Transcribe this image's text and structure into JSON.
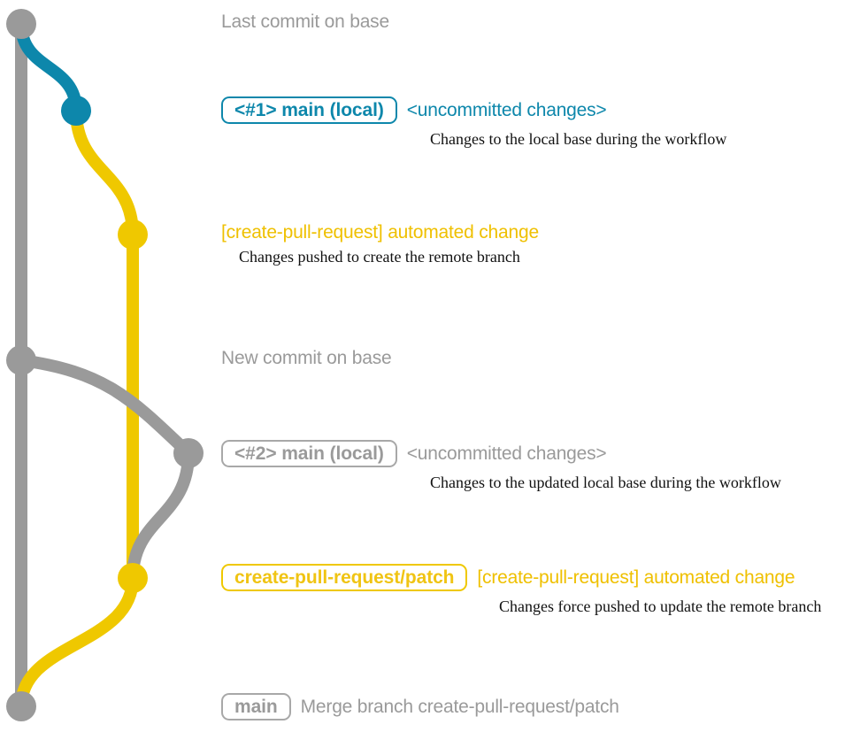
{
  "diagram": {
    "title": "git branch graph of create-pull-request workflow",
    "colors": {
      "base": "#9a9a9a",
      "local": "#0d87ab",
      "patch": "#efc800",
      "note_text": "#111111",
      "background": "#ffffff"
    },
    "lane_count": 3
  },
  "rows": [
    {
      "id": "last-commit-on-base",
      "pill": null,
      "pill_color": null,
      "subject": "Last commit on base",
      "subject_color": "gray",
      "note": null,
      "node_color": "base"
    },
    {
      "id": "local-1",
      "pill": "<#1> main (local)",
      "pill_color": "blue",
      "subject": "<uncommitted changes>",
      "subject_color": "blue",
      "note": "Changes to the local base during the workflow",
      "node_color": "local"
    },
    {
      "id": "automated-change-1",
      "pill": null,
      "pill_color": null,
      "subject": "[create-pull-request] automated change",
      "subject_color": "yellow",
      "note": "Changes pushed to create the remote branch",
      "node_color": "patch"
    },
    {
      "id": "new-commit-on-base",
      "pill": null,
      "pill_color": null,
      "subject": "New commit on base",
      "subject_color": "gray",
      "note": null,
      "node_color": "base"
    },
    {
      "id": "local-2",
      "pill": "<#2> main (local)",
      "pill_color": "gray",
      "subject": "<uncommitted changes>",
      "subject_color": "gray",
      "note": "Changes to the updated local base during the workflow",
      "node_color": "base"
    },
    {
      "id": "automated-change-2",
      "pill": "create-pull-request/patch",
      "pill_color": "yellow",
      "subject": "[create-pull-request] automated change",
      "subject_color": "yellow",
      "note": "Changes force pushed to update the remote branch",
      "node_color": "patch"
    },
    {
      "id": "merge-commit",
      "pill": "main",
      "pill_color": "gray",
      "subject": "Merge branch create-pull-request/patch",
      "subject_color": "gray",
      "note": null,
      "node_color": "base"
    }
  ]
}
